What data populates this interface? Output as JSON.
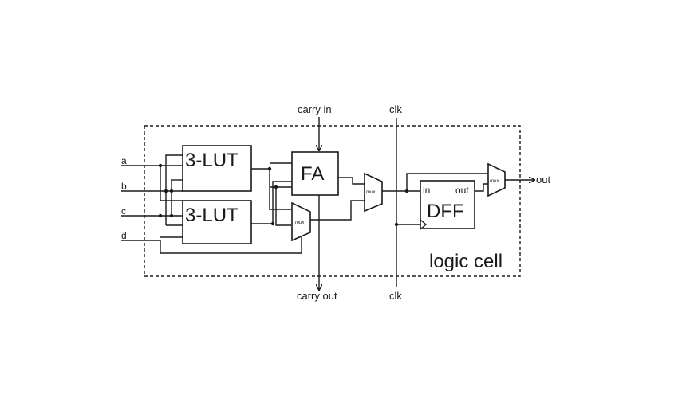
{
  "inputs": {
    "a": "a",
    "b": "b",
    "c": "c",
    "d": "d"
  },
  "top_labels": {
    "carry_in": "carry in",
    "clk": "clk"
  },
  "bottom_labels": {
    "carry_out": "carry out",
    "clk": "clk"
  },
  "blocks": {
    "lut_top": "3-LUT",
    "lut_bottom": "3-LUT",
    "fa": "FA",
    "dff": "DFF",
    "dff_in": "in",
    "dff_out": "out"
  },
  "mux_label": "mux",
  "output_label": "out",
  "cell_label": "logic cell"
}
